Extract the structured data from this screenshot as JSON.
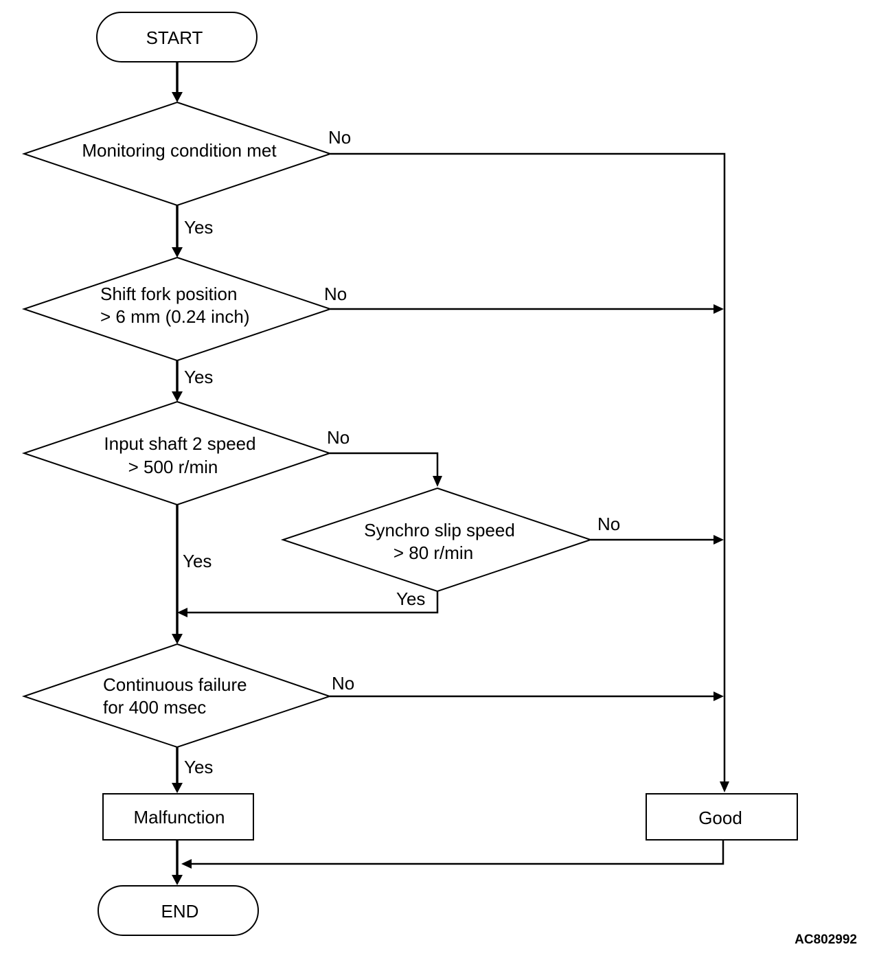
{
  "colors": {
    "stroke": "#000000",
    "fill": "#ffffff",
    "text": "#000000"
  },
  "nodes": {
    "start": {
      "label": "START"
    },
    "monitoring": {
      "label": "Monitoring condition met"
    },
    "shift_fork": {
      "line1": "Shift fork position",
      "line2": "> 6 mm (0.24 inch)"
    },
    "input_shaft": {
      "line1": "Input shaft 2 speed",
      "line2": "> 500 r/min"
    },
    "synchro": {
      "line1": "Synchro slip speed",
      "line2": "> 80 r/min"
    },
    "continuous": {
      "line1": "Continuous failure",
      "line2": "for 400 msec"
    },
    "malfunction": {
      "label": "Malfunction"
    },
    "good": {
      "label": "Good"
    },
    "end": {
      "label": "END"
    }
  },
  "edge_labels": {
    "monitoring_no": "No",
    "monitoring_yes": "Yes",
    "shift_fork_no": "No",
    "shift_fork_yes": "Yes",
    "input_shaft_no": "No",
    "input_shaft_yes": "Yes",
    "synchro_no": "No",
    "synchro_yes": "Yes",
    "continuous_no": "No",
    "continuous_yes": "Yes"
  },
  "figure_id": "AC802992"
}
